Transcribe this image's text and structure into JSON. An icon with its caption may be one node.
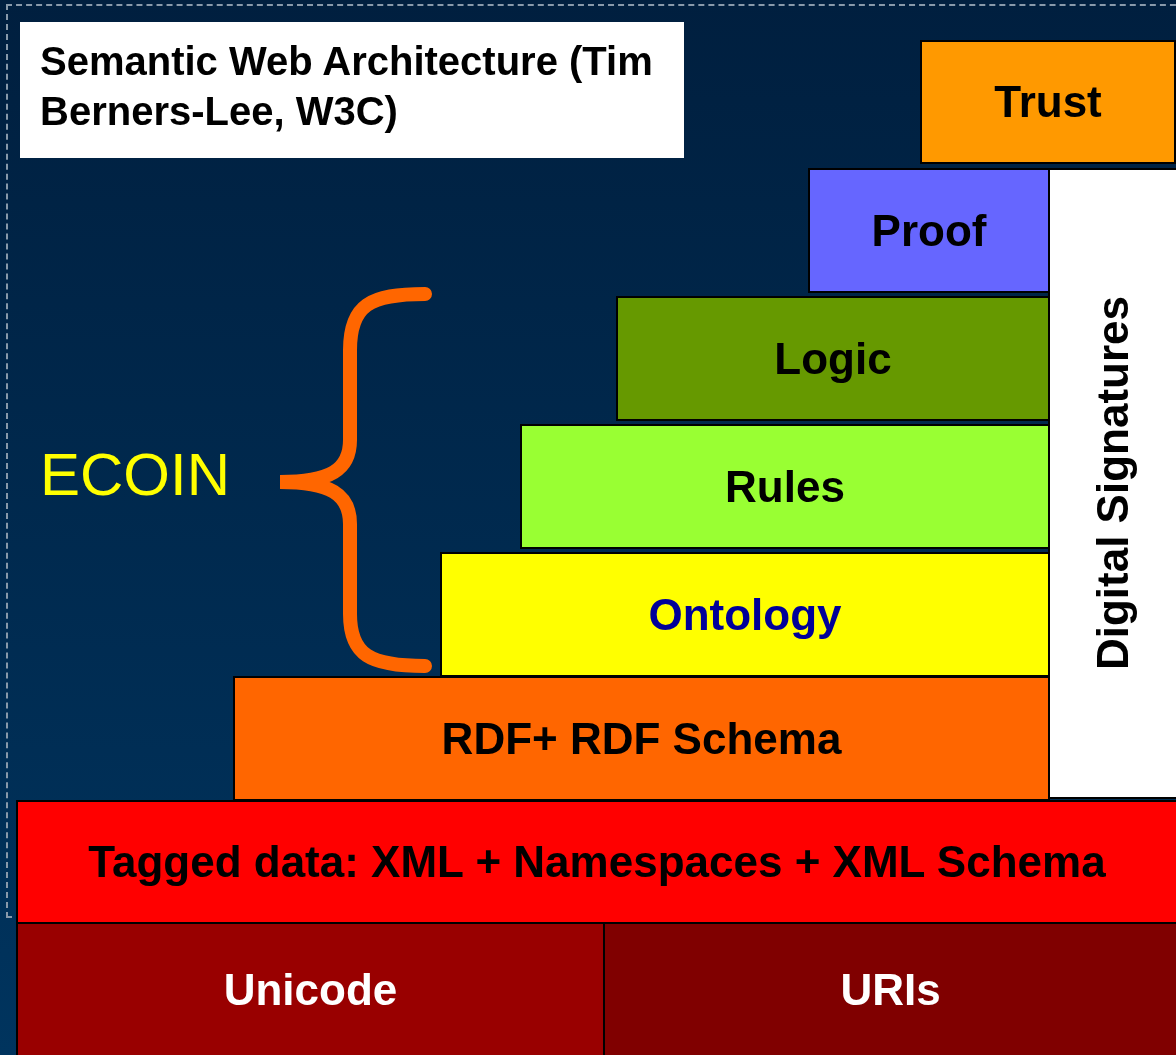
{
  "diagram": {
    "title": "Semantic Web Architecture (Tim Berners-Lee, W3C)",
    "nodes": [
      {
        "text": [
          "Trust"
        ]
      },
      {
        "text": [
          "Proof"
        ]
      },
      {
        "text": [
          "Digital Signatures"
        ]
      },
      {
        "text": [
          "Logic"
        ]
      },
      {
        "text": [
          "Rules"
        ]
      },
      {
        "text": [
          "Ontology"
        ]
      },
      {
        "text": [
          "RDF+ RDF Schema"
        ]
      },
      {
        "text": [
          "Tagged data:  XML + Namespaces + XML Schema"
        ]
      },
      {
        "text": [
          "Unicode"
        ]
      },
      {
        "text": [
          "URIs"
        ]
      }
    ],
    "labels": [
      "ECOIN"
    ]
  }
}
